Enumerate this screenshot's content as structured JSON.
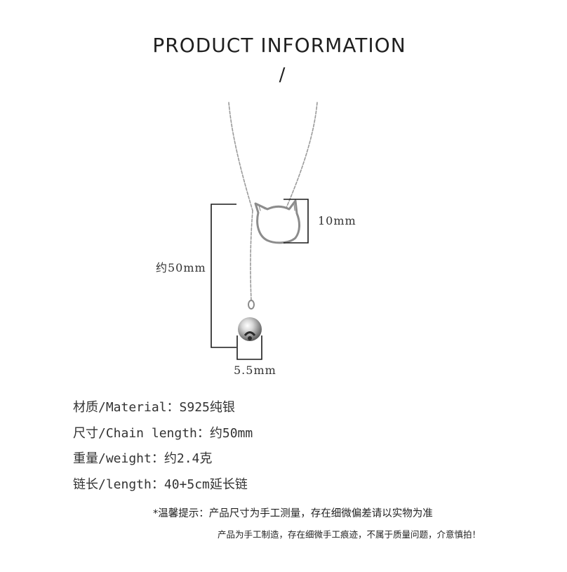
{
  "header": {
    "title": "PRODUCT INFORMATION",
    "separator": "/"
  },
  "product_image": {
    "icons": [
      "necklace-chain",
      "cat-head-pendant",
      "bell-charm"
    ],
    "metal_color": "#9a9a9a"
  },
  "dimensions": {
    "pendant_width_label": "10mm",
    "drop_length_label": "约50mm",
    "bell_size_label": "5.5mm"
  },
  "specs": [
    {
      "text": "材质/Material：S925纯银"
    },
    {
      "text": "尺寸/Chain length：约50mm"
    },
    {
      "text": "重量/weight：约2.4克"
    },
    {
      "text": "链长/length：40+5cm延长链"
    }
  ],
  "notice": {
    "line1": "*温馨提示：产品尺寸为手工测量，存在细微偏差请以实物为准",
    "line2": "产品为手工制造，存在细微手工痕迹，不属于质量问题，介意慎拍！"
  }
}
